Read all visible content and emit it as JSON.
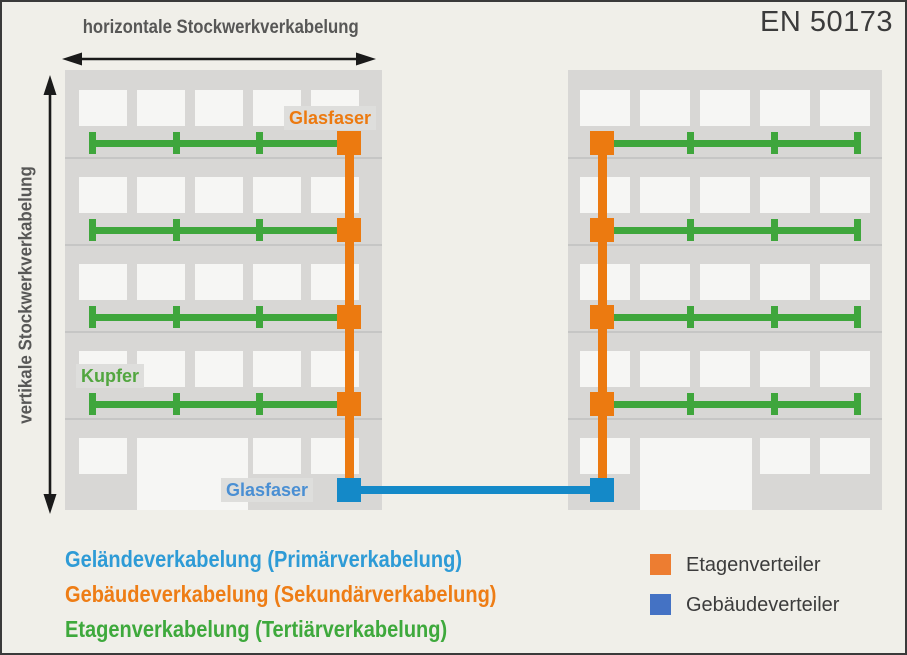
{
  "title": "EN 50173",
  "axes": {
    "horizontal": "horizontale Stockwerkverkabelung",
    "vertical": "vertikale Stockwerkverkabelung"
  },
  "labels": {
    "glasfaser_top": "Glasfaser",
    "kupfer": "Kupfer",
    "glasfaser_bottom": "Glasfaser"
  },
  "cable_types": [
    {
      "name": "Geländeverkabelung (Primärverkabelung)",
      "color": "#2E9BD6"
    },
    {
      "name": "Gebäudeverkabelung (Sekundärverkabelung)",
      "color": "#EE7D15"
    },
    {
      "name": "Etagenverkabelung (Tertiärverkabelung)",
      "color": "#3EA93C"
    }
  ],
  "distributors": [
    {
      "name": "Etagenverteiler",
      "color": "#ED7D31"
    },
    {
      "name": "Gebäudeverteiler",
      "color": "#4472C4"
    }
  ],
  "diagram": {
    "building_count": 2,
    "floor_count": 5,
    "windows_per_floor": 5,
    "floor_cables_per_building": 4,
    "floor_distributors_per_building": 4,
    "building_distributors_per_building": 1,
    "colors": {
      "primary_blue": "#1489C8",
      "secondary_orange": "#EC7A10",
      "tertiary_green": "#3FA63C",
      "building_gray": "#D8D7D5",
      "floor_line_gray": "#C6C6C5",
      "window_white": "#F6F6F4",
      "label_bg_gray": "#DEDEDC",
      "label_orange": "#EC7A10",
      "label_green": "#52A63F",
      "label_blue": "#4A8FD3",
      "arrow_black": "#1A1A1A",
      "text_dark": "#3B3B3B",
      "text_gray": "#575756"
    }
  }
}
